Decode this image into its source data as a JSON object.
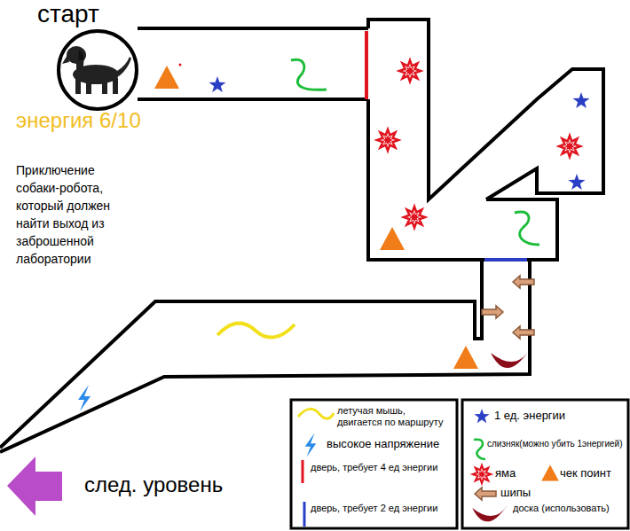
{
  "diagram": {
    "labels": [
      "старт",
      "энергия 6/10",
      "Приключение собаки-робота, который должен найти выход из заброшенной лаборатории",
      "след. уровень"
    ],
    "legend": [
      {
        "text": "летучая мышь, двигается по маршруту"
      },
      {
        "text": "высокое напряжение"
      },
      {
        "text": "дверь, требует 4 ед энергии"
      },
      {
        "text": "дверь, требует 2 ед энергии"
      },
      {
        "text": "1 ед. энергии"
      },
      {
        "text": "слизняк(можно убить 1энергией)"
      },
      {
        "text": "яма"
      },
      {
        "text": "чек поинт"
      },
      {
        "text": "шипы"
      },
      {
        "text": "доска (использовать)"
      }
    ]
  }
}
